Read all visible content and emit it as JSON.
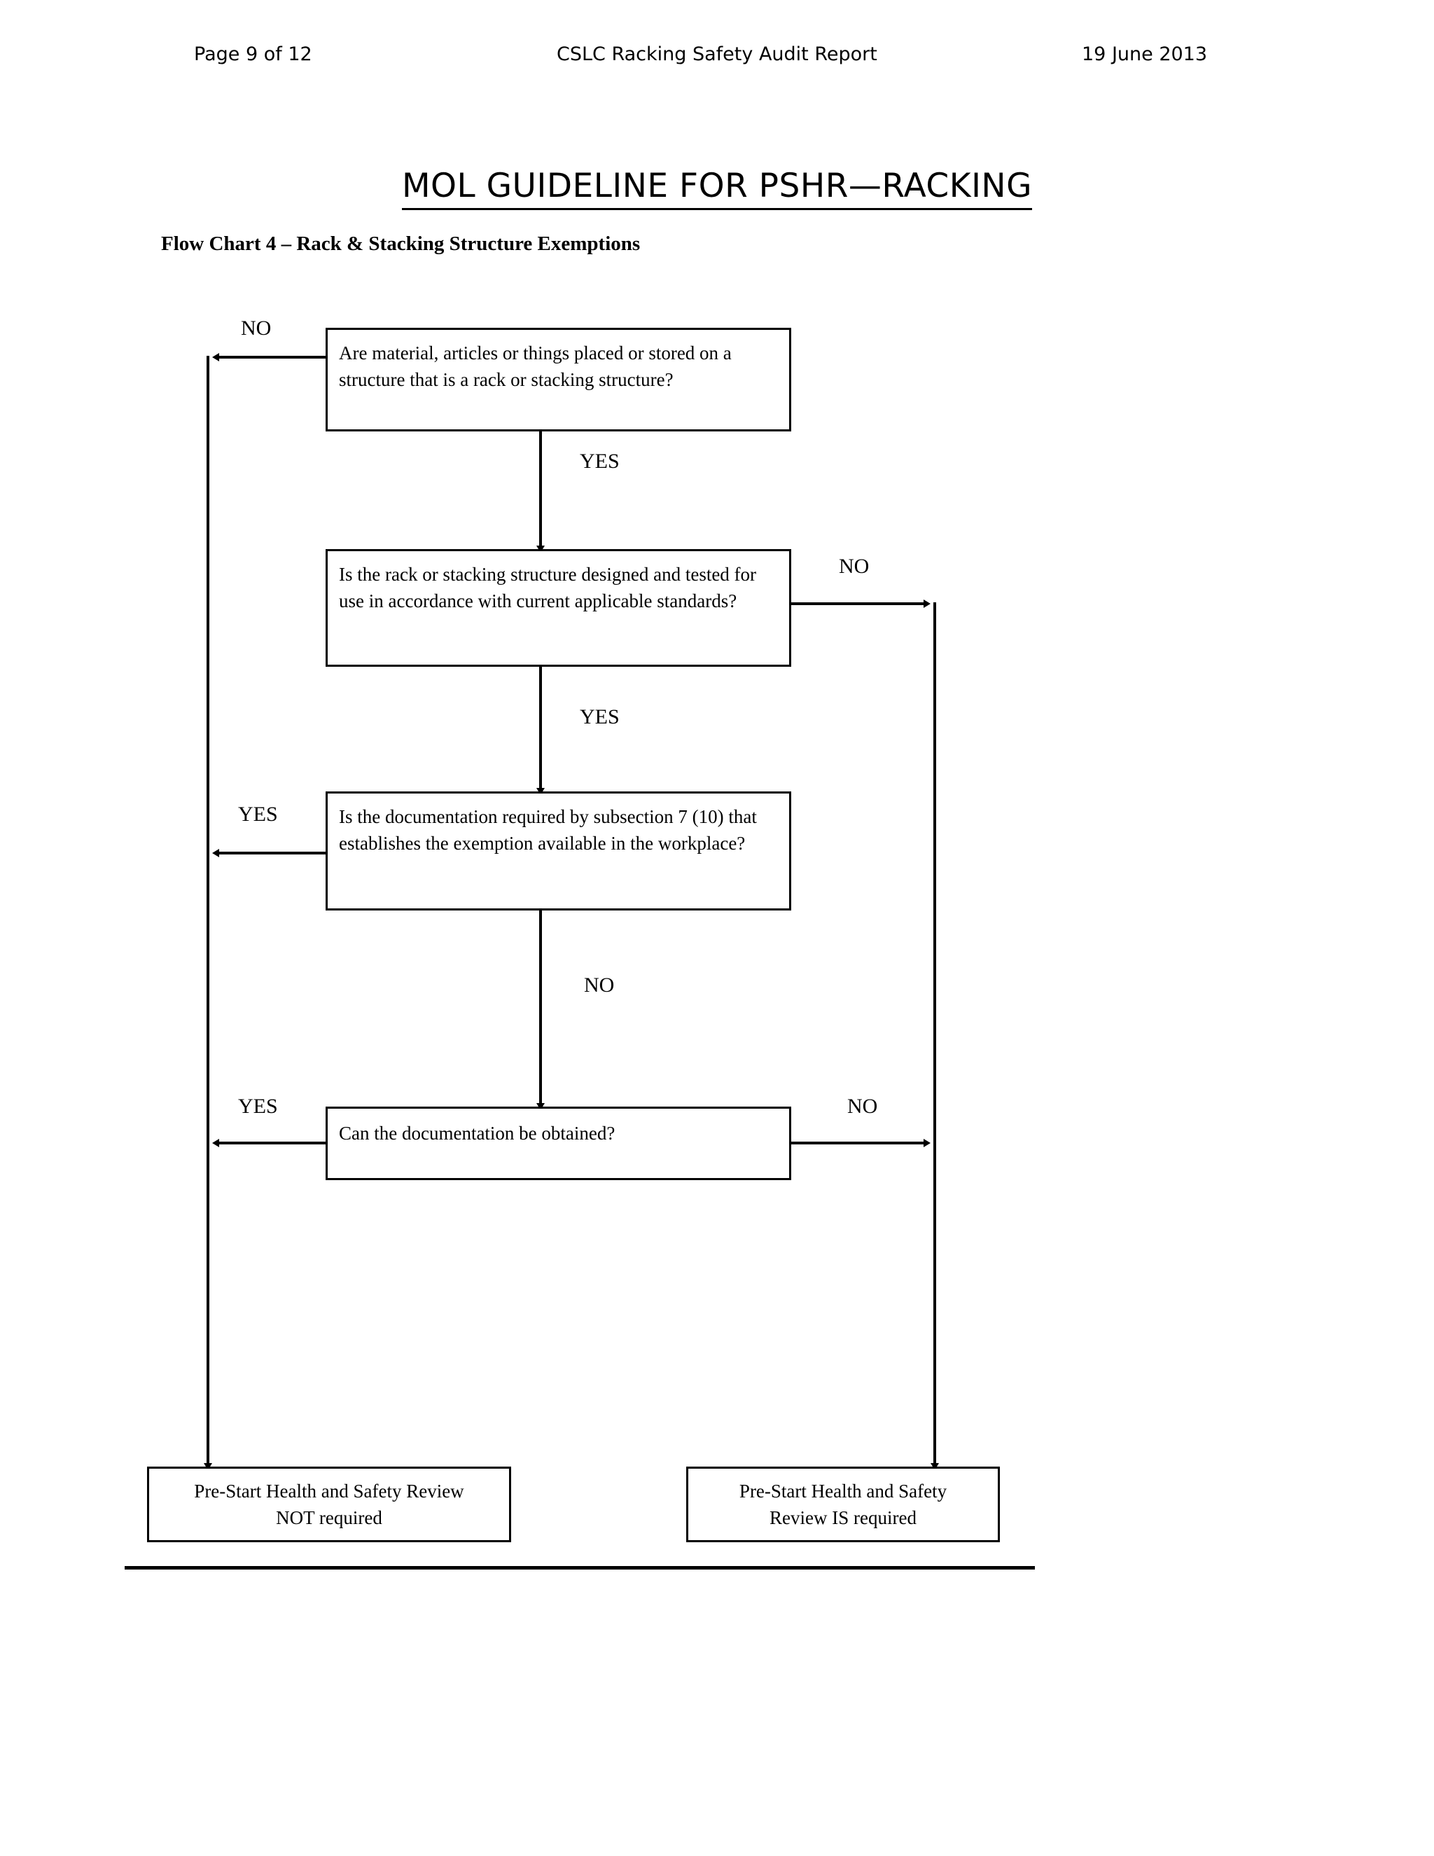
{
  "header": {
    "page_label": "Page 9 of 12",
    "report_title": "CSLC Racking Safety Audit Report",
    "date": "19 June 2013"
  },
  "document": {
    "title": "MOL GUIDELINE FOR PSHR—RACKING",
    "subtitle": "Flow Chart 4 – Rack & Stacking Structure Exemptions"
  },
  "chart_data": {
    "type": "diagram",
    "title": "Flow Chart 4 – Rack & Stacking Structure Exemptions",
    "nodes": [
      {
        "id": "q1",
        "kind": "decision",
        "text": "Are material, articles or things placed or stored on a structure that is a rack or stacking structure?"
      },
      {
        "id": "q2",
        "kind": "decision",
        "text": "Is the rack or stacking structure designed and tested for use in accordance with current applicable standards?"
      },
      {
        "id": "q3",
        "kind": "decision",
        "text": "Is the documentation required by subsection 7 (10) that establishes the exemption available in the workplace?"
      },
      {
        "id": "q4",
        "kind": "decision",
        "text": "Can the documentation be obtained?"
      },
      {
        "id": "t1",
        "kind": "terminal",
        "line1": "Pre-Start Health and Safety Review",
        "line2": "NOT required"
      },
      {
        "id": "t2",
        "kind": "terminal",
        "line1": "Pre-Start Health and Safety",
        "line2": "Review IS required"
      }
    ],
    "edges": [
      {
        "from": "q1",
        "to": "t1",
        "label": "NO",
        "direction": "left"
      },
      {
        "from": "q1",
        "to": "q2",
        "label": "YES",
        "direction": "down"
      },
      {
        "from": "q2",
        "to": "t2",
        "label": "NO",
        "direction": "right"
      },
      {
        "from": "q2",
        "to": "q3",
        "label": "YES",
        "direction": "down"
      },
      {
        "from": "q3",
        "to": "t1",
        "label": "YES",
        "direction": "left"
      },
      {
        "from": "q3",
        "to": "q4",
        "label": "NO",
        "direction": "down"
      },
      {
        "from": "q4",
        "to": "t1",
        "label": "YES",
        "direction": "left"
      },
      {
        "from": "q4",
        "to": "t2",
        "label": "NO",
        "direction": "right"
      }
    ],
    "edge_labels": {
      "q1_no": "NO",
      "q1_yes": "YES",
      "q2_no": "NO",
      "q2_yes": "YES",
      "q3_yes": "YES",
      "q3_no": "NO",
      "q4_yes": "YES",
      "q4_no": "NO"
    },
    "colors": {
      "stroke": "#000000",
      "fill": "#ffffff",
      "text": "#000000"
    }
  }
}
